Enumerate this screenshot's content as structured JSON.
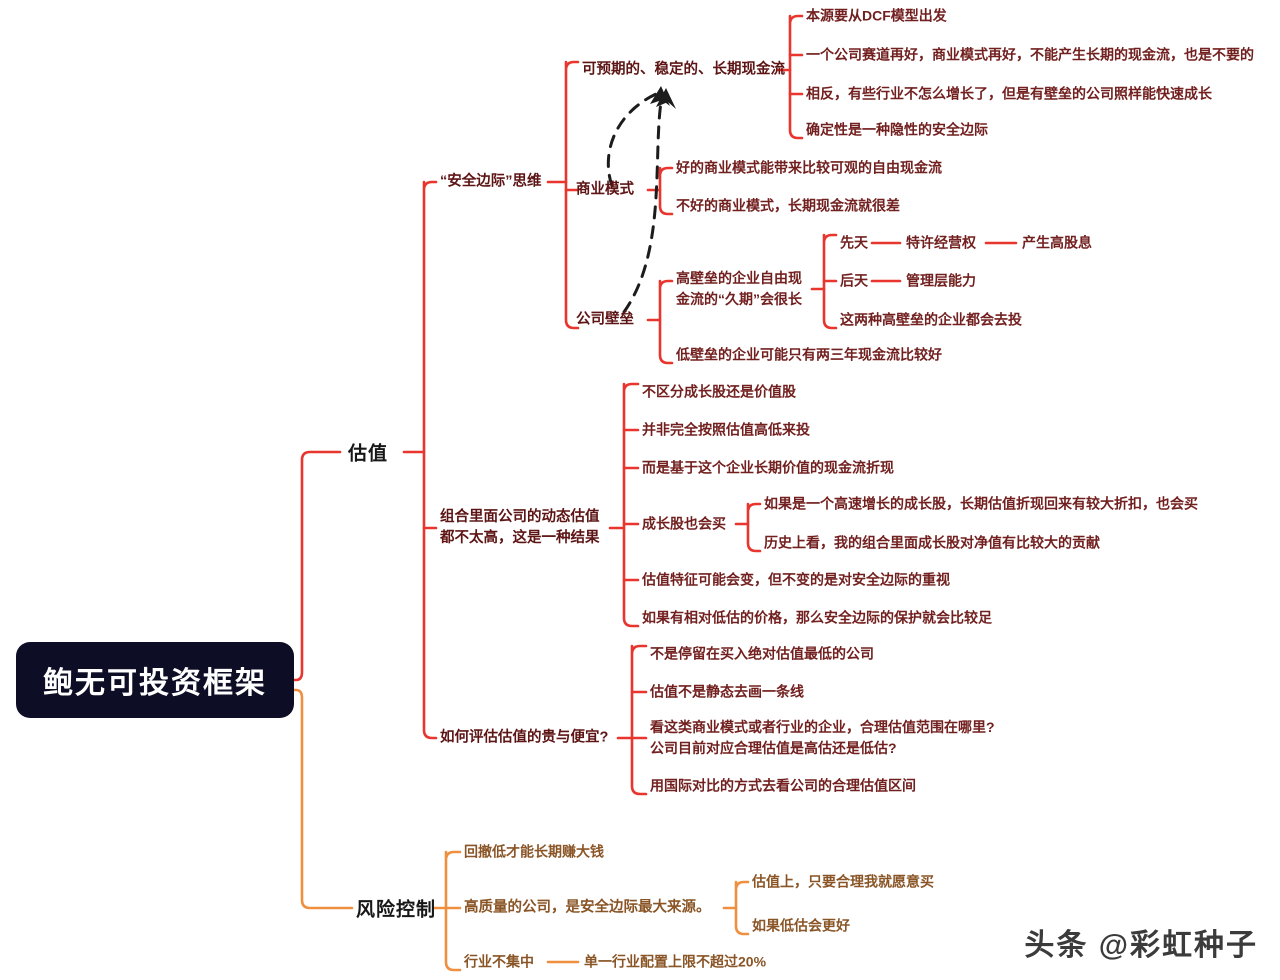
{
  "root": {
    "label": "鲍无可投资框架"
  },
  "colors": {
    "root_bg": "#0d0d26",
    "root_text": "#ffffff",
    "red_branch": "#e8352e",
    "orange_branch": "#ef9040",
    "leaf_text_red": "#72201f",
    "leaf_text_orange": "#8a5526",
    "level1_text": "#171717",
    "dashed_arrow": "#1c1c1c",
    "page_bg": "#ffffff"
  },
  "watermark": {
    "text": "头条 @彩虹种子"
  },
  "branches": [
    {
      "id": "valuation",
      "label": "估值",
      "color": "#e8352e",
      "children": [
        {
          "id": "margin-of-safety",
          "label": "“安全边际”思维",
          "children": [
            {
              "id": "predictable-cashflow",
              "label": "可预期的、稳定的、长期现金流",
              "children": [
                {
                  "label": "本源要从DCF模型出发"
                },
                {
                  "label": "一个公司赛道再好，商业模式再好，不能产生长期的现金流，也是不要的"
                },
                {
                  "label": "相反，有些行业不怎么增长了，但是有壁垒的公司照样能快速成长"
                },
                {
                  "label": "确定性是一种隐性的安全边际"
                }
              ]
            },
            {
              "id": "business-model",
              "label": "商业模式",
              "children": [
                {
                  "label": "好的商业模式能带来比较可观的自由现金流"
                },
                {
                  "label": "不好的商业模式，长期现金流就很差"
                }
              ]
            },
            {
              "id": "company-moat",
              "label": "公司壁垒",
              "children": [
                {
                  "label": "高壁垒的企业自由现\n金流的“久期”会很长",
                  "line1": "高壁垒的企业自由现",
                  "line2": "金流的“久期”会很长",
                  "children": [
                    {
                      "label": "先天",
                      "tail": "特许经营权",
                      "tail2": "产生高股息"
                    },
                    {
                      "label": "后天",
                      "tail": "管理层能力"
                    },
                    {
                      "label": "这两种高壁垒的企业都会去投"
                    }
                  ]
                },
                {
                  "label": "低壁垒的企业可能只有两三年现金流比较好"
                }
              ]
            }
          ]
        },
        {
          "id": "portfolio-dynamic-valuation",
          "label": "组合里面公司的动态估值\n都不太高，这是一种结果",
          "line1": "组合里面公司的动态估值",
          "line2": "都不太高，这是一种结果",
          "children": [
            {
              "label": "不区分成长股还是价值股"
            },
            {
              "label": "并非完全按照估值高低来投"
            },
            {
              "label": "而是基于这个企业长期价值的现金流折现"
            },
            {
              "label": "成长股也会买",
              "children": [
                {
                  "label": "如果是一个高速增长的成长股，长期估值折现回来有较大折扣，也会买"
                },
                {
                  "label": "历史上看，我的组合里面成长股对净值有比较大的贡献"
                }
              ]
            },
            {
              "label": "估值特征可能会变，但不变的是对安全边际的重视"
            },
            {
              "label": "如果有相对低估的价格，那么安全边际的保护就会比较足"
            }
          ]
        },
        {
          "id": "how-to-assess-valuation",
          "label": "如何评估估值的贵与便宜?",
          "children": [
            {
              "label": "不是停留在买入绝对估值最低的公司"
            },
            {
              "label": "估值不是静态去画一条线"
            },
            {
              "label": "看这类商业模式或者行业的企业，合理估值范围在哪里?\n公司目前对应合理估值是高估还是低估?",
              "line1": "看这类商业模式或者行业的企业，合理估值范围在哪里?",
              "line2": "公司目前对应合理估值是高估还是低估?"
            },
            {
              "label": "用国际对比的方式去看公司的合理估值区间"
            }
          ]
        }
      ]
    },
    {
      "id": "risk-control",
      "label": "风险控制",
      "color": "#ef9040",
      "children": [
        {
          "label": "回撤低才能长期赚大钱"
        },
        {
          "label": "高质量的公司，是安全边际最大来源。",
          "children": [
            {
              "label": "估值上，只要合理我就愿意买"
            },
            {
              "label": "如果低估会更好"
            }
          ]
        },
        {
          "label": "行业不集中",
          "tail": "单一行业配置上限不超过20%"
        }
      ]
    }
  ]
}
